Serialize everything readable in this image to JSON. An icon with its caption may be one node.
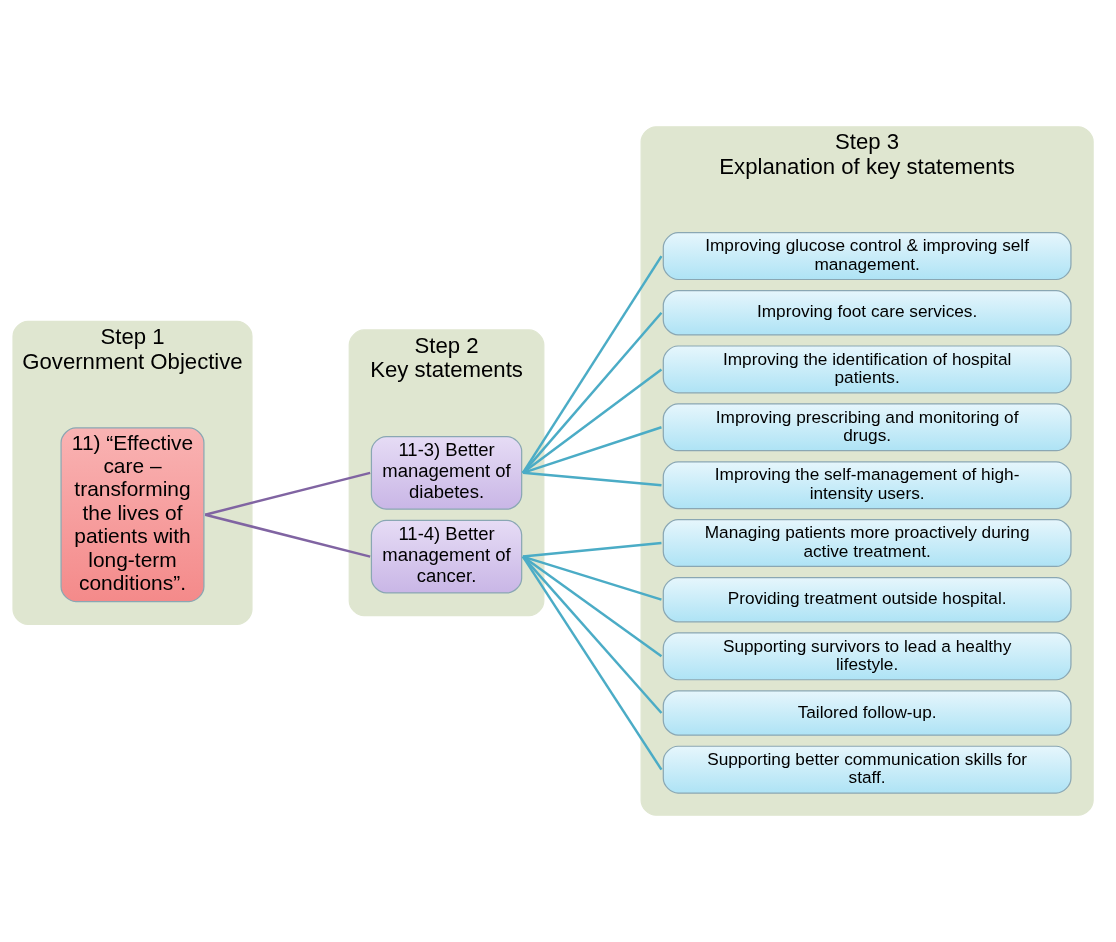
{
  "diagram": {
    "nodes": [
      {
        "text": [
          "Step 1",
          "Government Objective"
        ]
      },
      {
        "text": [
          "11) “Effective care – transforming the lives of patients with long-term conditions”."
        ],
        "in": 0
      },
      {
        "text": [
          "Step 2",
          "Key statements"
        ]
      },
      {
        "text": [
          "11-3) Better management of diabetes."
        ],
        "in": 2
      },
      {
        "text": [
          "11-4) Better management of cancer."
        ],
        "in": 2
      },
      {
        "text": [
          "Step 3",
          "Explanation of key statements"
        ]
      },
      {
        "text": [
          "Improving glucose control & improving self management."
        ],
        "in": 5
      },
      {
        "text": [
          "Improving foot care services."
        ],
        "in": 5
      },
      {
        "text": [
          "Improving the identification of hospital patients."
        ],
        "in": 5
      },
      {
        "text": [
          "Improving prescribing and monitoring of drugs."
        ],
        "in": 5
      },
      {
        "text": [
          "Improving the self-management of high-intensity users."
        ],
        "in": 5
      },
      {
        "text": [
          "Managing patients more proactively during active treatment."
        ],
        "in": 5
      },
      {
        "text": [
          "Providing treatment outside hospital."
        ],
        "in": 5
      },
      {
        "text": [
          "Supporting survivors to lead a healthy lifestyle."
        ],
        "in": 5
      },
      {
        "text": [
          "Tailored follow-up."
        ],
        "in": 5
      },
      {
        "text": [
          "Supporting better communication skills for staff."
        ],
        "in": 5
      }
    ],
    "edges": [
      {
        "from": 1,
        "to": 3,
        "arrow": "none",
        "color": "#8064a2"
      },
      {
        "from": 1,
        "to": 4,
        "arrow": "none",
        "color": "#8064a2"
      },
      {
        "from": 3,
        "to": 6,
        "arrow": "none"
      },
      {
        "from": 3,
        "to": 7,
        "arrow": "none"
      },
      {
        "from": 3,
        "to": 8,
        "arrow": "none"
      },
      {
        "from": 3,
        "to": 9,
        "arrow": "none"
      },
      {
        "from": 3,
        "to": 10,
        "arrow": "none"
      },
      {
        "from": 4,
        "to": 11,
        "arrow": "none"
      },
      {
        "from": 4,
        "to": 12,
        "arrow": "none"
      },
      {
        "from": 4,
        "to": 13,
        "arrow": "none"
      },
      {
        "from": 4,
        "to": 14,
        "arrow": "none"
      },
      {
        "from": 4,
        "to": 15,
        "arrow": "none"
      }
    ]
  }
}
